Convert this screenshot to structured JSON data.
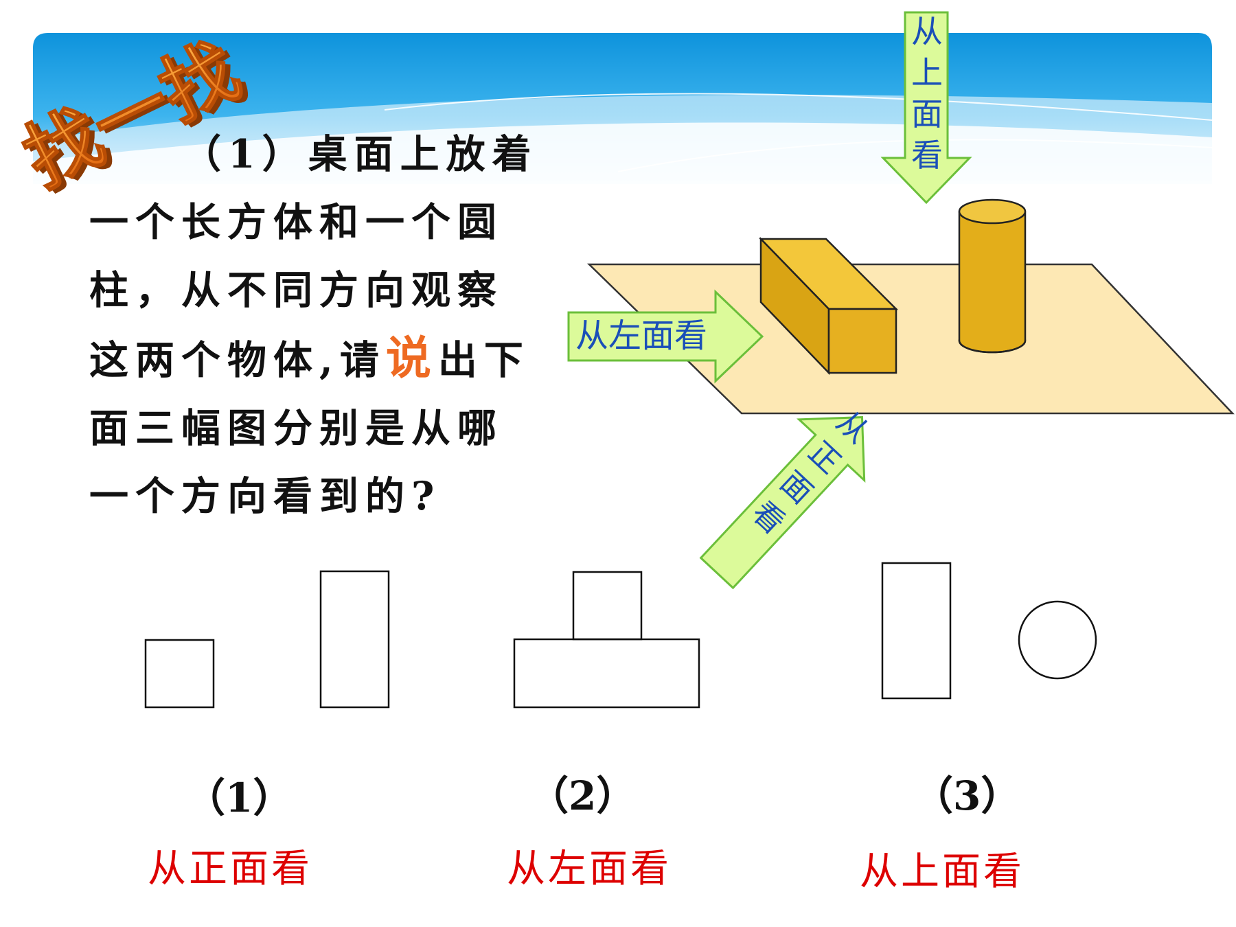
{
  "badge": {
    "text": "找一找"
  },
  "question": {
    "line1": "（1）桌面上放着",
    "line2": "一个长方体和一个圆",
    "line3": "柱，从不同方向观察",
    "line4_before": "这两个物体,请",
    "line4_emph": "说",
    "line4_after": "出下",
    "line5": "面三幅图分别是从哪",
    "line6": "一个方向看到的?"
  },
  "arrows": {
    "top": [
      "从",
      "上",
      "面",
      "看"
    ],
    "left": "从左面看",
    "front": [
      "从",
      "正",
      "面",
      "看"
    ]
  },
  "figures": [
    {
      "number": "（1）",
      "answer": "从正面看"
    },
    {
      "number": "（2）",
      "answer": "从左面看"
    },
    {
      "number": "（3）",
      "answer": "从上面看"
    }
  ],
  "colors": {
    "banner": "#14a0e4",
    "arrow_fill": "#dcfa9a",
    "arrow_stroke": "#6bbf3a",
    "table": "#fde8b4",
    "solid": "#e3ae1a",
    "answer": "#dd0000",
    "emphasis": "#ee6a22",
    "badge": "#f0780f"
  }
}
